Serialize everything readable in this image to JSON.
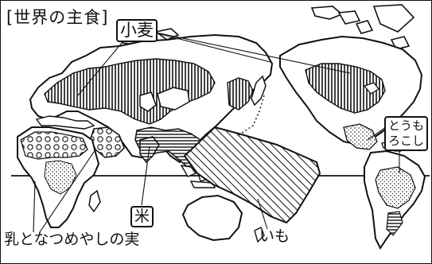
{
  "map": {
    "title": "[世界の主食]",
    "labels": {
      "wheat": "小麦",
      "rice": "米",
      "corn_line1": "とうも",
      "corn_line2": "ろこし",
      "milk_dates": "乳となつめやしの実",
      "yam": "いも"
    },
    "colors": {
      "ink": "#111111",
      "background": "#ffffff",
      "region_fill": "#ffffff"
    },
    "patterns": {
      "wheat": "vertical-hatch",
      "rice": "horizontal-hatch",
      "yam": "diagonal-hatch",
      "corn": "stipple-dots",
      "milk_dates": "open-circles"
    }
  }
}
